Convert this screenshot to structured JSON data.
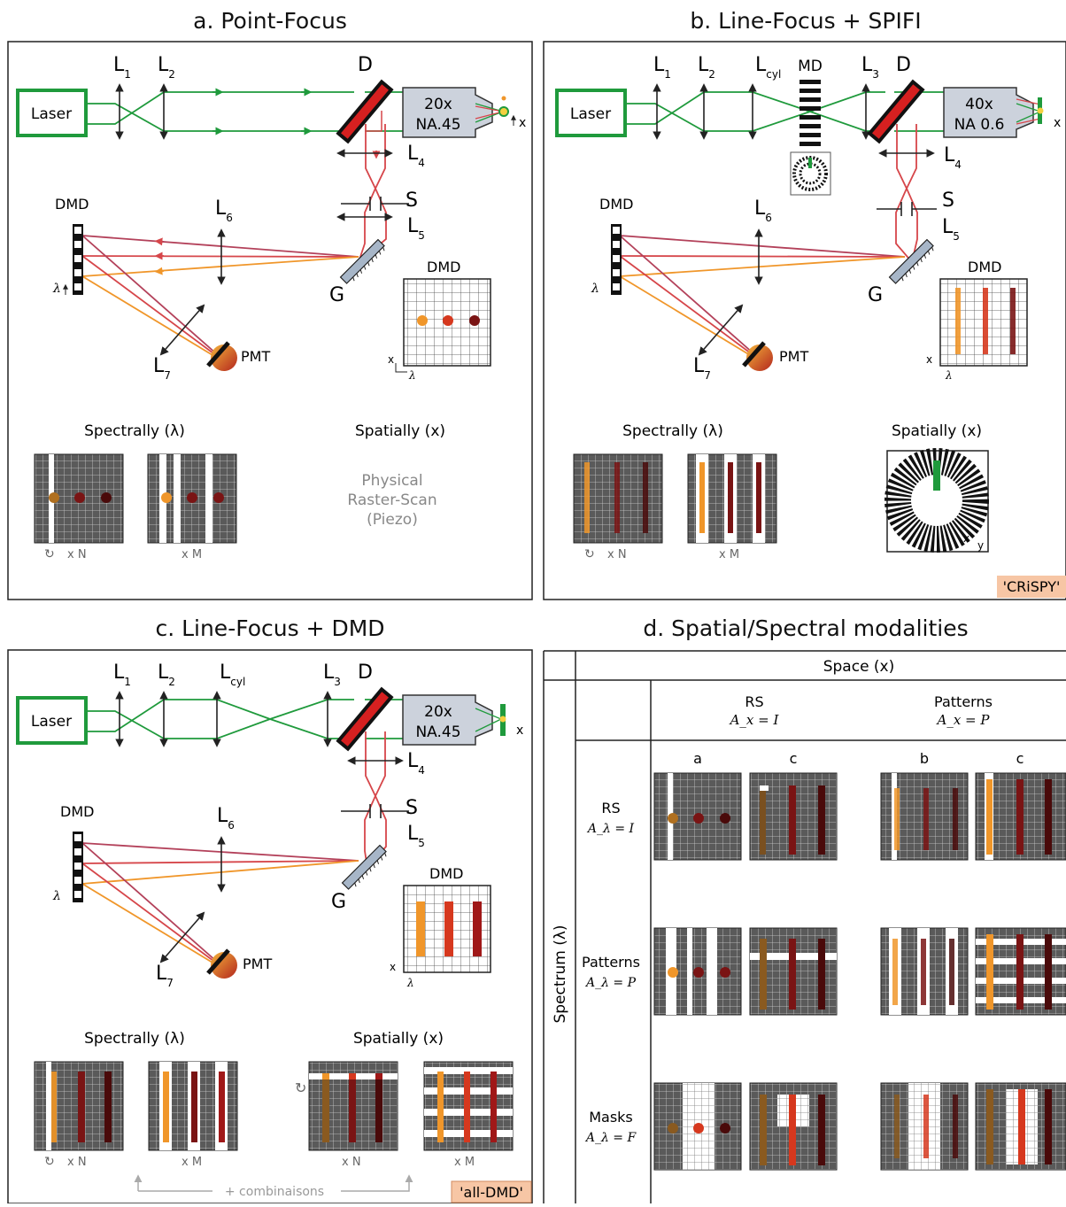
{
  "panels": {
    "a": {
      "title": "a. Point-Focus",
      "laser": "Laser",
      "labels": {
        "L1": "L",
        "L1s": "1",
        "L2": "L",
        "L2s": "2",
        "D": "D",
        "L4": "L",
        "L4s": "4",
        "S": "S",
        "L5": "L",
        "L5s": "5",
        "L6": "L",
        "L6s": "6",
        "L7": "L",
        "L7s": "7",
        "G": "G",
        "DMD": "DMD",
        "DMD2": "DMD",
        "PMT": "PMT",
        "lambda": "λ",
        "x": "x"
      },
      "objective": {
        "line1": "20x",
        "line2": "NA.45"
      },
      "spectrally": "Spectrally (λ)",
      "spatially": "Spatially (x)",
      "xN": "x N",
      "xM": "x M",
      "raster": [
        "Physical",
        "Raster-Scan",
        "(Piezo)"
      ]
    },
    "b": {
      "title": "b. Line-Focus + SPIFI",
      "laser": "Laser",
      "labels": {
        "L1": "L",
        "L1s": "1",
        "L2": "L",
        "L2s": "2",
        "Lcyl": "L",
        "Lcyls": "cyl",
        "MD": "MD",
        "L3": "L",
        "L3s": "3",
        "D": "D",
        "L4": "L",
        "L4s": "4",
        "S": "S",
        "L5": "L",
        "L5s": "5",
        "L6": "L",
        "L6s": "6",
        "L7": "L",
        "L7s": "7",
        "G": "G",
        "DMD": "DMD",
        "DMD2": "DMD",
        "PMT": "PMT",
        "lambda": "λ",
        "x": "x",
        "y": "y"
      },
      "objective": {
        "line1": "40x",
        "line2": "NA 0.6"
      },
      "spectrally": "Spectrally (λ)",
      "spatially": "Spatially (x)",
      "xN": "x N",
      "xM": "x M",
      "badge": "'CRiSPY'"
    },
    "c": {
      "title": "c. Line-Focus + DMD",
      "laser": "Laser",
      "labels": {
        "L1": "L",
        "L1s": "1",
        "L2": "L",
        "L2s": "2",
        "Lcyl": "L",
        "Lcyls": "cyl",
        "L3": "L",
        "L3s": "3",
        "D": "D",
        "L4": "L",
        "L4s": "4",
        "S": "S",
        "L5": "L",
        "L5s": "5",
        "L6": "L",
        "L6s": "6",
        "L7": "L",
        "L7s": "7",
        "G": "G",
        "DMD": "DMD",
        "DMD2": "DMD",
        "PMT": "PMT",
        "lambda": "λ",
        "x": "x"
      },
      "objective": {
        "line1": "20x",
        "line2": "NA.45"
      },
      "spectrally": "Spectrally (λ)",
      "spatially": "Spatially (x)",
      "xN": "x N",
      "xM": "x M",
      "xN2": "x N",
      "xM2": "x M",
      "combinaisons": "+ combinaisons",
      "badge": "'all-DMD'"
    },
    "d": {
      "title": "d. Spatial/Spectral modalities",
      "space": "Space (x)",
      "spectrum": "Spectrum (λ)",
      "cols": [
        {
          "name": "RS",
          "formula": "A_x = I"
        },
        {
          "name": "Patterns",
          "formula": "A_x = P"
        }
      ],
      "subcols": [
        "a",
        "c",
        "b",
        "c"
      ],
      "rows": [
        {
          "name": "RS",
          "formula": "A_λ = I"
        },
        {
          "name": "Patterns",
          "formula": "A_λ = P"
        },
        {
          "name": "Masks",
          "formula": "A_λ = F"
        }
      ]
    }
  },
  "colors": {
    "laser_green": "#1f9a3c",
    "red": "#d6464a",
    "orange": "#f0962a",
    "dark_red": "#7a1414",
    "grid_bg": "#5a5a5a",
    "badge_bg": "#f7c6a5"
  }
}
